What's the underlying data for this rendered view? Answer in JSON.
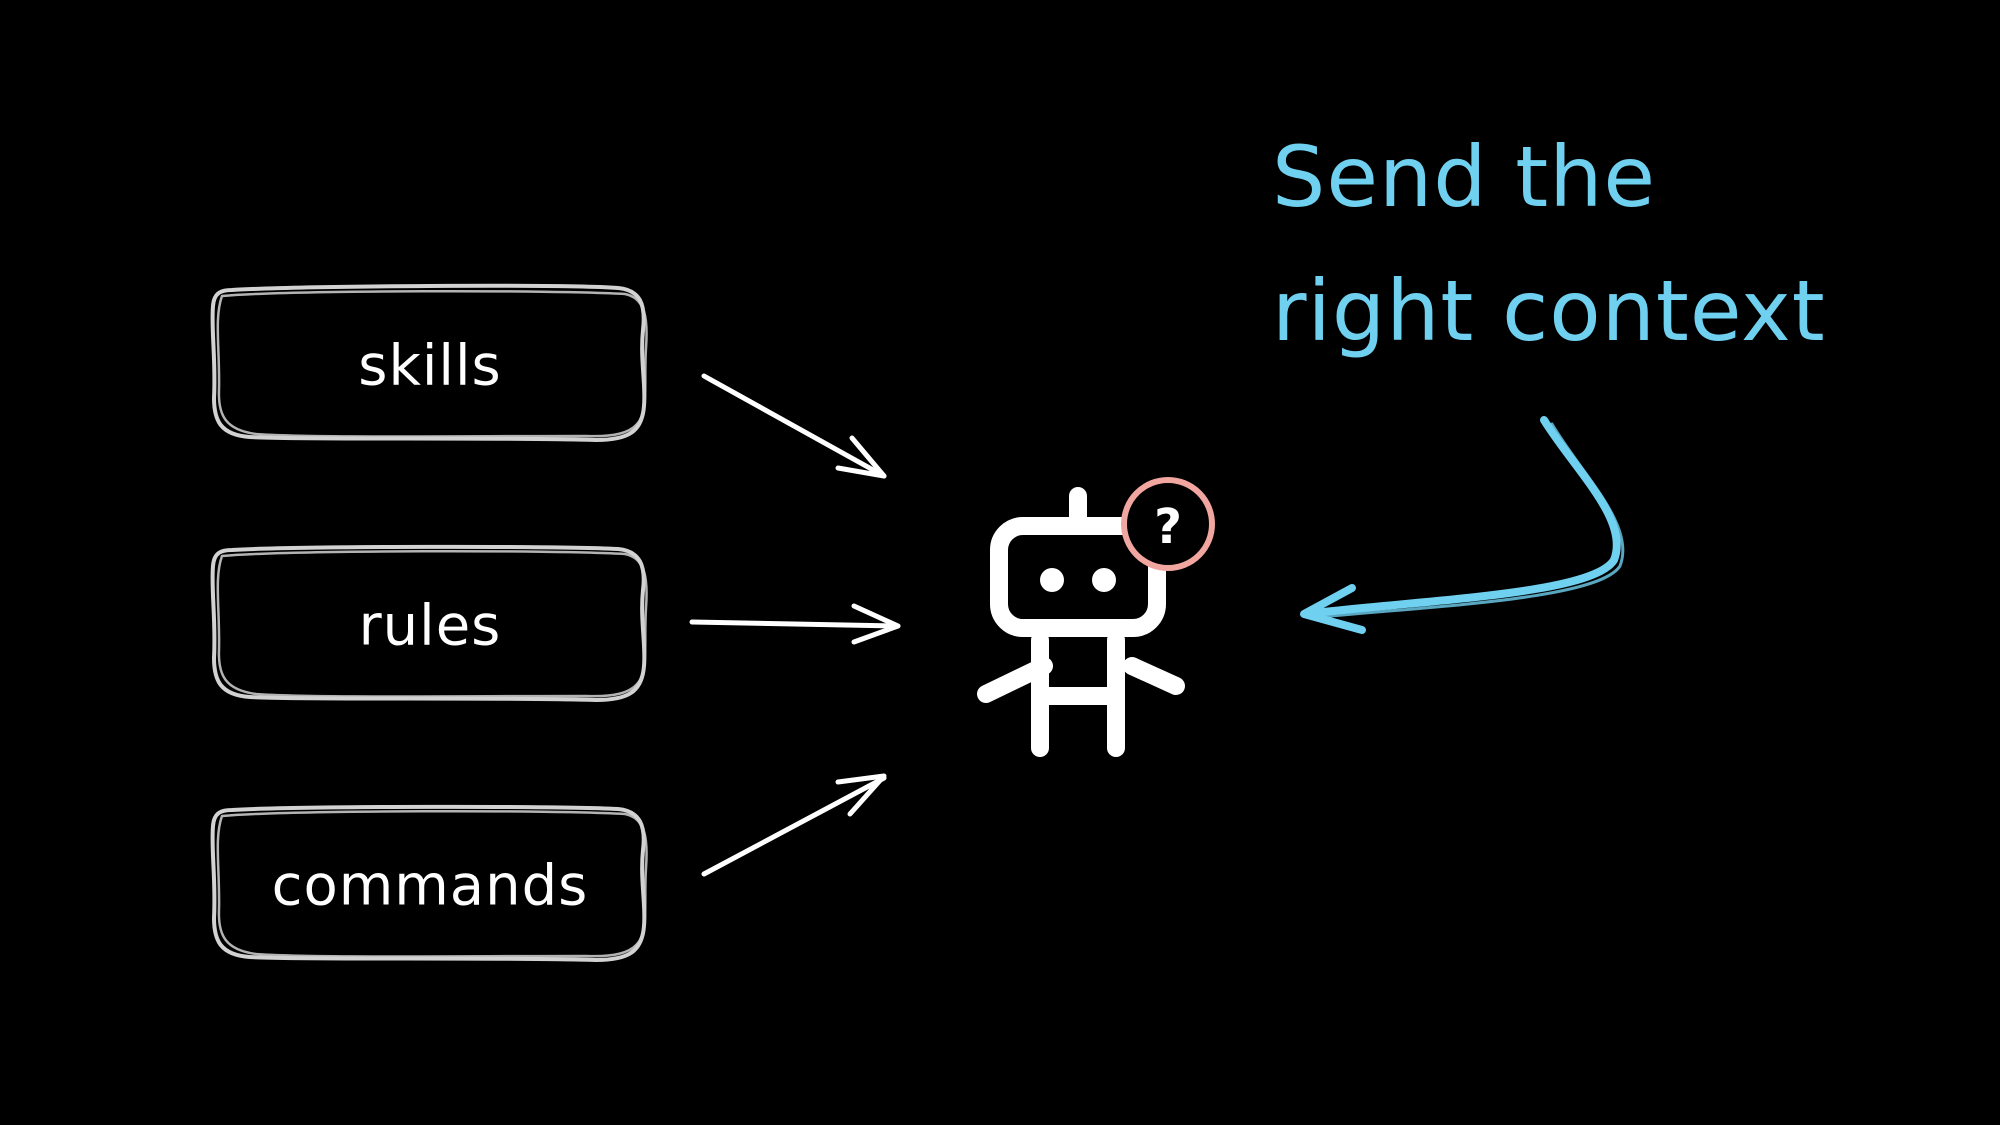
{
  "colors": {
    "background": "#000000",
    "box_stroke": "#d2d2d2",
    "text": "#ffffff",
    "accent": "#6fd0f0",
    "badge": "#f2a6a0"
  },
  "inputs": [
    {
      "label": "skills"
    },
    {
      "label": "rules"
    },
    {
      "label": "commands"
    }
  ],
  "agent": {
    "icon": "robot-icon",
    "badge_icon": "question-mark-icon",
    "badge_text": "?"
  },
  "callout": {
    "line1": "Send the",
    "line2": "right context"
  }
}
